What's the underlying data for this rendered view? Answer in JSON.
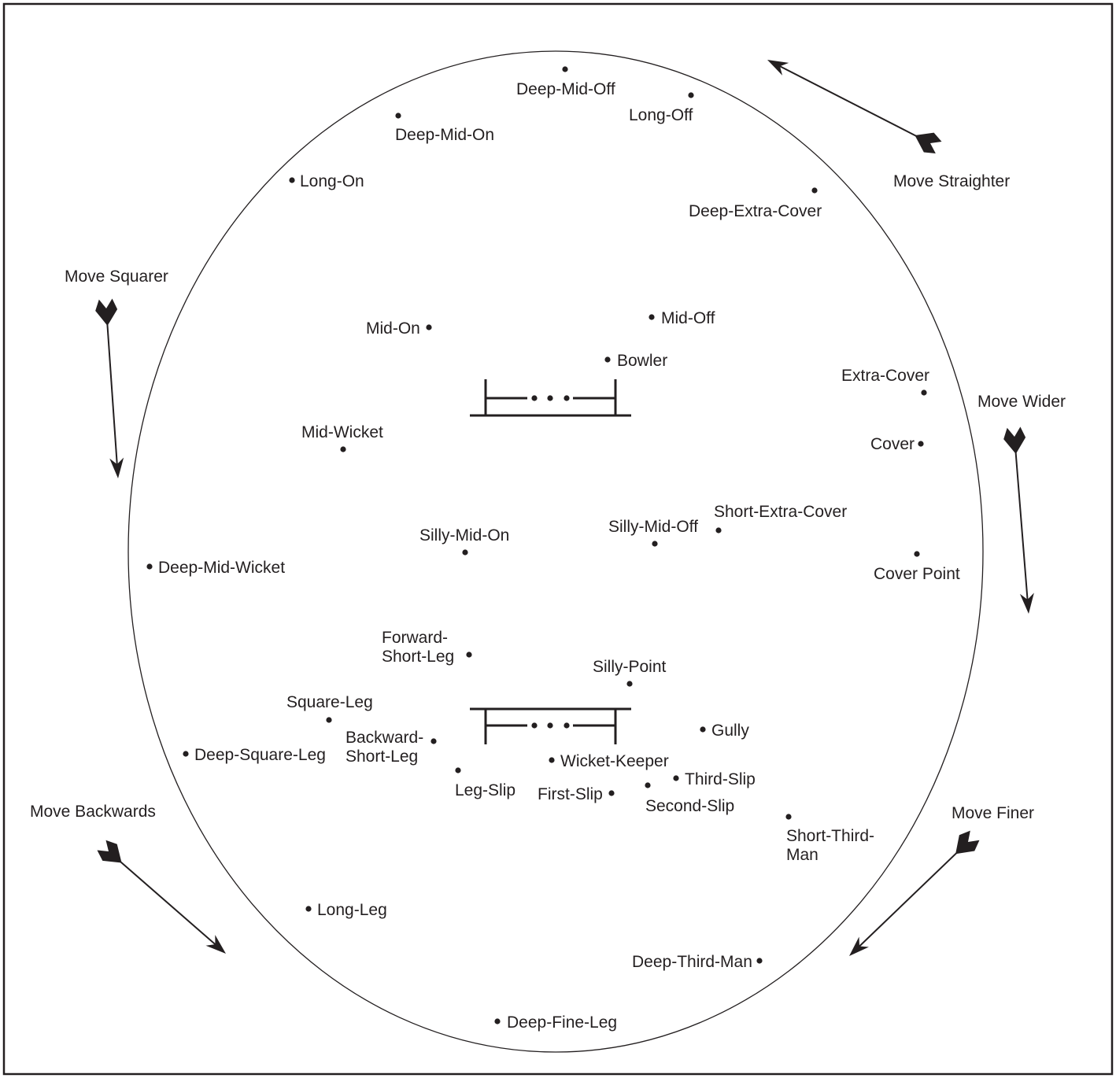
{
  "colors": {
    "ink": "#231f20",
    "background": "#ffffff"
  },
  "positions": [
    {
      "key": "deep-mid-off",
      "label": "Deep-Mid-Off"
    },
    {
      "key": "long-off",
      "label": "Long-Off"
    },
    {
      "key": "deep-mid-on",
      "label": "Deep-Mid-On"
    },
    {
      "key": "long-on",
      "label": "Long-On"
    },
    {
      "key": "deep-extra-cover",
      "label": "Deep-Extra-Cover"
    },
    {
      "key": "mid-on",
      "label": "Mid-On"
    },
    {
      "key": "mid-off",
      "label": "Mid-Off"
    },
    {
      "key": "bowler",
      "label": "Bowler"
    },
    {
      "key": "extra-cover",
      "label": "Extra-Cover"
    },
    {
      "key": "mid-wicket",
      "label": "Mid-Wicket"
    },
    {
      "key": "cover",
      "label": "Cover"
    },
    {
      "key": "silly-mid-on",
      "label": "Silly-Mid-On"
    },
    {
      "key": "silly-mid-off",
      "label": "Silly-Mid-Off"
    },
    {
      "key": "short-extra-cover",
      "label": "Short-Extra-Cover"
    },
    {
      "key": "deep-mid-wicket",
      "label": "Deep-Mid-Wicket"
    },
    {
      "key": "cover-point",
      "label": "Cover Point"
    },
    {
      "key": "forward-short-leg",
      "label": "Forward-\nShort-Leg"
    },
    {
      "key": "silly-point",
      "label": "Silly-Point"
    },
    {
      "key": "square-leg",
      "label": "Square-Leg"
    },
    {
      "key": "gully",
      "label": "Gully"
    },
    {
      "key": "backward-short-leg",
      "label": "Backward-\nShort-Leg"
    },
    {
      "key": "deep-square-leg",
      "label": "Deep-Square-Leg"
    },
    {
      "key": "wicket-keeper",
      "label": "Wicket-Keeper"
    },
    {
      "key": "third-slip",
      "label": "Third-Slip"
    },
    {
      "key": "leg-slip",
      "label": "Leg-Slip"
    },
    {
      "key": "first-slip",
      "label": "First-Slip"
    },
    {
      "key": "second-slip",
      "label": "Second-Slip"
    },
    {
      "key": "short-third-man",
      "label": "Short-Third-\nMan"
    },
    {
      "key": "long-leg",
      "label": "Long-Leg"
    },
    {
      "key": "deep-third-man",
      "label": "Deep-Third-Man"
    },
    {
      "key": "deep-fine-leg",
      "label": "Deep-Fine-Leg"
    }
  ],
  "moves": [
    {
      "key": "move-straighter",
      "label": "Move Straighter"
    },
    {
      "key": "move-squarer",
      "label": "Move Squarer"
    },
    {
      "key": "move-wider",
      "label": "Move Wider"
    },
    {
      "key": "move-backwards",
      "label": "Move Backwards"
    },
    {
      "key": "move-finer",
      "label": "Move Finer"
    }
  ]
}
